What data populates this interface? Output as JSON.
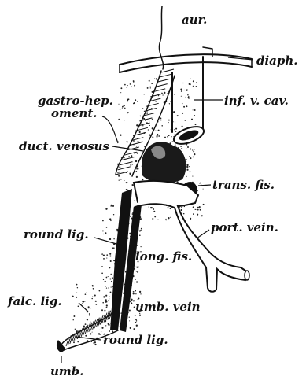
{
  "figure": {
    "labels": {
      "aur": "aur.",
      "diaph": "diaph.",
      "gastro_hep": "gastro-hep.",
      "oment": "oment.",
      "inf_v_cav": "inf. v. cav.",
      "duct_venosus": "duct. venosus",
      "trans_fis": "trans. fis.",
      "round_lig_upper": "round lig.",
      "port_vein": "port. vein.",
      "long_fis": "long. fis.",
      "falc_lig": "falc. lig.",
      "umb_vein": "umb. vein",
      "round_lig_lower": "round lig.",
      "umb": "umb."
    },
    "colors": {
      "ink": "#111111",
      "paper": "#ffffff"
    }
  }
}
